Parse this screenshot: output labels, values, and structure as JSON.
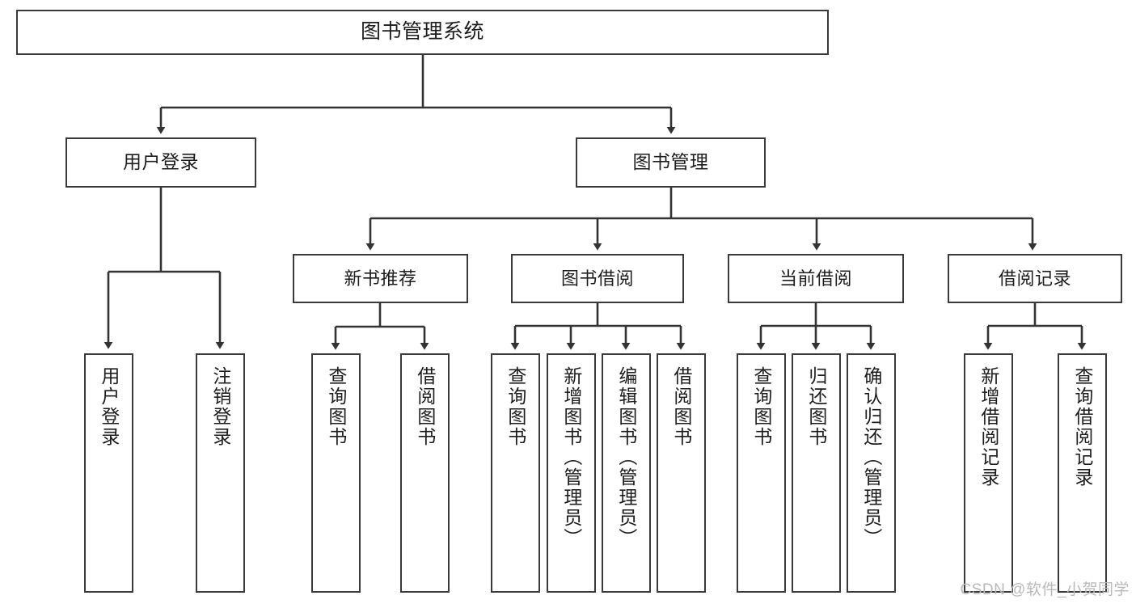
{
  "diagram": {
    "title": "图书管理系统",
    "type": "tree",
    "watermark": "CSDN @软件_小贺同学",
    "colors": {
      "box_border": "#3a3a3a",
      "box_fill": "#ffffff",
      "connector": "#333333",
      "text": "#1d1d1d",
      "watermark": "#b9b9b9"
    },
    "nodes": {
      "root": {
        "label": "图书管理系统"
      },
      "level2": [
        {
          "id": "user-login",
          "label": "用户登录"
        },
        {
          "id": "book-management",
          "label": "图书管理"
        }
      ],
      "level3": [
        {
          "id": "new-book-recommend",
          "label": "新书推荐"
        },
        {
          "id": "book-borrow",
          "label": "图书借阅"
        },
        {
          "id": "current-borrow",
          "label": "当前借阅"
        },
        {
          "id": "borrow-record",
          "label": "借阅记录"
        }
      ],
      "leaves": {
        "user_login": [
          {
            "id": "leaf-user-login",
            "label": "用户登录"
          },
          {
            "id": "leaf-logout-login",
            "label": "注销登录"
          }
        ],
        "new_book_recommend": [
          {
            "id": "leaf-query-book-1",
            "label": "查询图书"
          },
          {
            "id": "leaf-borrow-book-1",
            "label": "借阅图书"
          }
        ],
        "book_borrow": [
          {
            "id": "leaf-query-book-2",
            "label": "查询图书"
          },
          {
            "id": "leaf-add-book",
            "label": "新增图书（管理员）"
          },
          {
            "id": "leaf-edit-book",
            "label": "编辑图书（管理员）"
          },
          {
            "id": "leaf-borrow-book-2",
            "label": "借阅图书"
          }
        ],
        "current_borrow": [
          {
            "id": "leaf-query-book-3",
            "label": "查询图书"
          },
          {
            "id": "leaf-return-book",
            "label": "归还图书"
          },
          {
            "id": "leaf-confirm-return",
            "label": "确认归还（管理员）"
          }
        ],
        "borrow_record": [
          {
            "id": "leaf-add-record",
            "label": "新增借阅记录"
          },
          {
            "id": "leaf-query-record",
            "label": "查询借阅记录"
          }
        ]
      }
    }
  }
}
